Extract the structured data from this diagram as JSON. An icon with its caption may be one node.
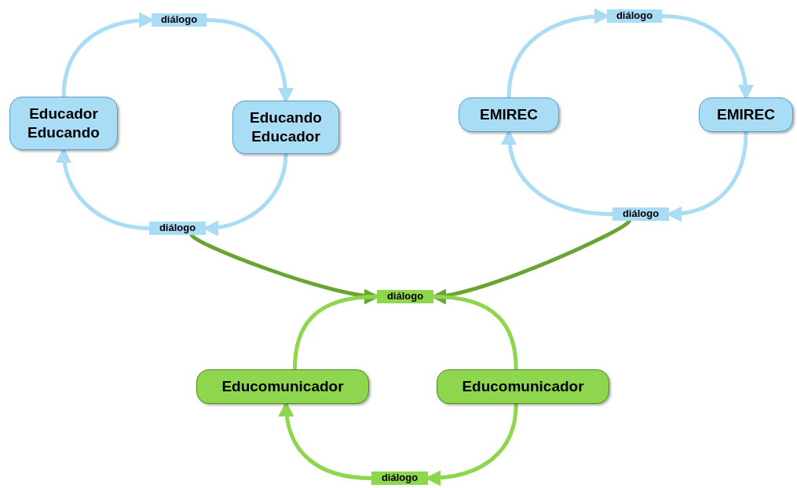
{
  "diagram": {
    "nodes": [
      {
        "text": [
          "diálogo"
        ]
      },
      {
        "text": [
          "diálogo"
        ]
      },
      {
        "text": [
          "Educador Educando"
        ]
      },
      {
        "text": [
          "Educando Educador"
        ]
      },
      {
        "text": [
          "EMIREC"
        ]
      },
      {
        "text": [
          "EMIREC"
        ]
      },
      {
        "text": [
          "diálogo"
        ]
      },
      {
        "text": [
          "diálogo"
        ]
      },
      {
        "text": [
          "diálogo"
        ]
      },
      {
        "text": [
          "Educomunicador"
        ]
      },
      {
        "text": [
          "Educomunicador"
        ]
      },
      {
        "text": [
          "diálogo"
        ]
      }
    ],
    "edges": [
      {
        "from": 2,
        "to": 0,
        "arrow": "to"
      },
      {
        "from": 0,
        "to": 3,
        "arrow": "to"
      },
      {
        "from": 3,
        "to": 7,
        "arrow": "to"
      },
      {
        "from": 7,
        "to": 2,
        "arrow": "to"
      },
      {
        "from": 4,
        "to": 1,
        "arrow": "to"
      },
      {
        "from": 1,
        "to": 5,
        "arrow": "to"
      },
      {
        "from": 5,
        "to": 6,
        "arrow": "to"
      },
      {
        "from": 6,
        "to": 4,
        "arrow": "to"
      },
      {
        "from": 7,
        "to": 8,
        "arrow": "to",
        "color": "#6aa534"
      },
      {
        "from": 6,
        "to": 8,
        "arrow": "to",
        "color": "#6aa534"
      },
      {
        "from": 8,
        "to": 9,
        "arrow": "none",
        "color": "#8fd64f"
      },
      {
        "from": 8,
        "to": 10,
        "arrow": "none",
        "color": "#8fd64f"
      },
      {
        "from": 10,
        "to": 11,
        "arrow": "to",
        "color": "#8fd64f"
      },
      {
        "from": 11,
        "to": 9,
        "arrow": "to",
        "color": "#8fd64f"
      }
    ]
  }
}
